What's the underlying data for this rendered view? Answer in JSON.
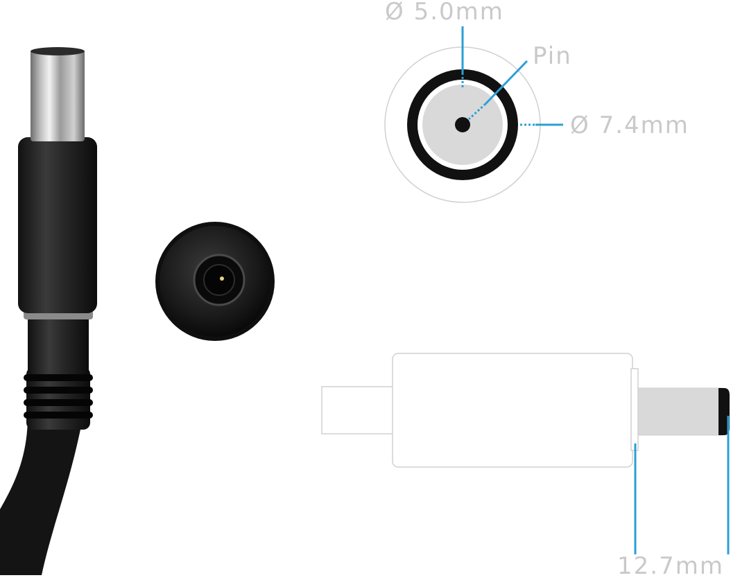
{
  "labels": {
    "inner_diameter": "Ø 5.0mm",
    "pin": "Pin",
    "outer_diameter": "Ø 7.4mm",
    "tip_length": "12.7mm"
  },
  "colors": {
    "accent_line": "#2a9fd6",
    "label_text": "#c9c9c9",
    "outline": "#d0d0d0",
    "ring": "#111111",
    "face": "#d9d9d9",
    "plug_body": "#1e1e1e"
  }
}
